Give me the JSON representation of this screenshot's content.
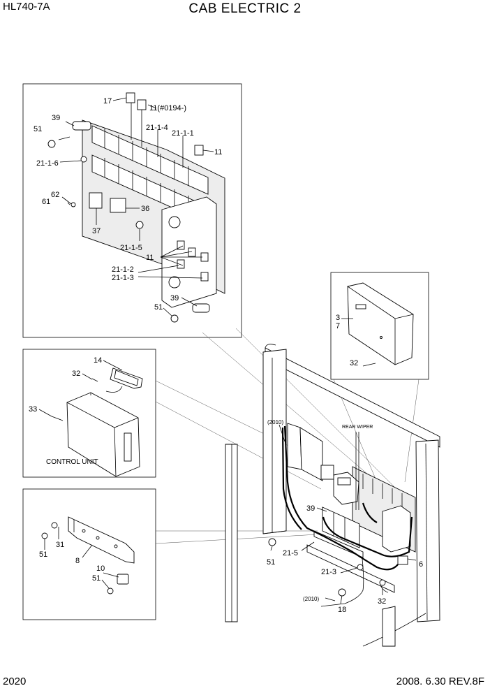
{
  "header": {
    "model": "HL740-7A",
    "title": "CAB ELECTRIC 2"
  },
  "footer": {
    "page": "2020",
    "revision": "2008. 6.30  REV.8F"
  },
  "callouts": {
    "c17": "17",
    "c11a": "11(#0194-)",
    "c39a": "39",
    "c2114": "21-1-4",
    "c2111": "21-1-1",
    "c51a": "51",
    "c11b": "11",
    "c2116": "21-1-6",
    "c62": "62",
    "c61": "61",
    "c36": "36",
    "c37": "37",
    "c2115": "21-1-5",
    "c11c": "11",
    "c2112": "21-1-2",
    "c2113": "21-1-3",
    "c39b": "39",
    "c51b": "51",
    "c3": "3",
    "c7": "7",
    "c32a": "32",
    "c14": "14",
    "c32b": "32",
    "c33": "33",
    "control_unit": "CONTROL UNIT",
    "c51c": "51",
    "c31": "31",
    "c8": "8",
    "c10": "10",
    "c51d": "51",
    "c2010a": "(2010)",
    "rear_wiper": "REAR WIPER",
    "c39c": "39",
    "c51e": "51",
    "c215": "21-5",
    "c213": "21-3",
    "c6": "6",
    "c2010b": "(2010)",
    "c32c": "32",
    "c18": "18"
  }
}
